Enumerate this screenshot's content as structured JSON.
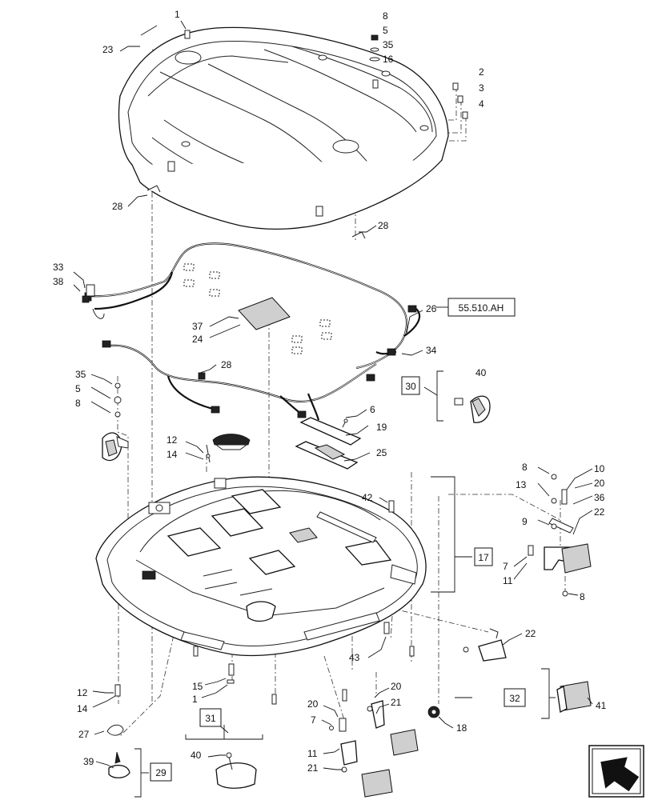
{
  "callouts": {
    "c1_top": "1",
    "c23": "23",
    "c8_top": "8",
    "c5_top": "5",
    "c35_top": "35",
    "c16": "16",
    "c2": "2",
    "c3": "3",
    "c4": "4",
    "c28_left": "28",
    "c28_bottom": "28",
    "c33": "33",
    "c38": "38",
    "c37": "37",
    "c24": "24",
    "c26": "26",
    "c34": "34",
    "c35_mid": "35",
    "c5_mid": "5",
    "c8_mid": "8",
    "c28_mid": "28",
    "c40_right": "40",
    "c6": "6",
    "c19": "19",
    "c25": "25",
    "c12_mid": "12",
    "c14_mid": "14",
    "c42": "42",
    "c8_right": "8",
    "c10": "10",
    "c13": "13",
    "c20_right": "20",
    "c36": "36",
    "c22_right": "22",
    "c9": "9",
    "c7_right": "7",
    "c11_right": "11",
    "c8_right_low": "8",
    "c22_low": "22",
    "c43": "43",
    "c15": "15",
    "c1_low": "1",
    "c12_low": "12",
    "c14_low": "14",
    "c20_a": "20",
    "c20_b": "20",
    "c21_a": "21",
    "c7_low": "7",
    "c11_low": "11",
    "c21_b": "21",
    "c18": "18",
    "c27": "27",
    "c39": "39",
    "c40_low": "40",
    "c41": "41"
  },
  "references": {
    "section_ref": "55.510.AH",
    "kit_30": "30",
    "kit_17": "17",
    "kit_32": "32",
    "kit_31": "31",
    "kit_29": "29"
  },
  "icons": {
    "navigation": "next-page-arrow-icon"
  }
}
